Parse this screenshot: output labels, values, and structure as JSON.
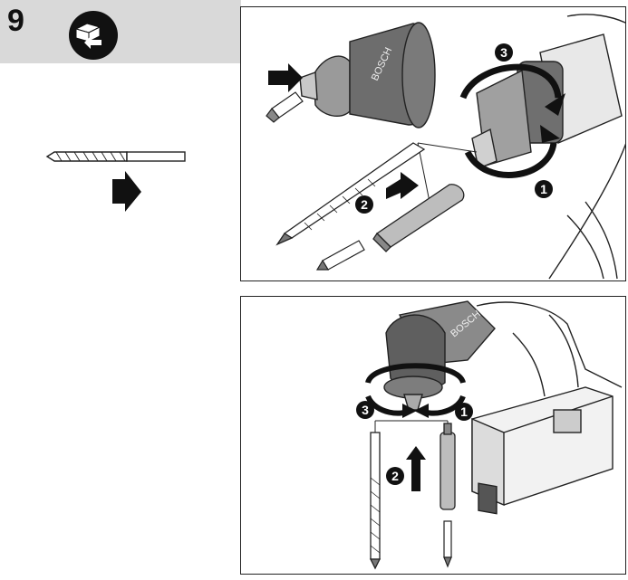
{
  "step": {
    "number": "9",
    "icon": "battery-remove-icon"
  },
  "colors": {
    "header_band": "#d9d9d9",
    "callout_black": "#111111",
    "line": "#222222",
    "tool_gray": "#8a8a8a",
    "tool_dark": "#4a4a4a"
  },
  "top_panel": {
    "brand_label": "BOSCH",
    "callouts": [
      "1",
      "2",
      "3"
    ]
  },
  "bottom_panel": {
    "brand_label": "BOSCH",
    "callouts": [
      "1",
      "2",
      "3"
    ]
  }
}
